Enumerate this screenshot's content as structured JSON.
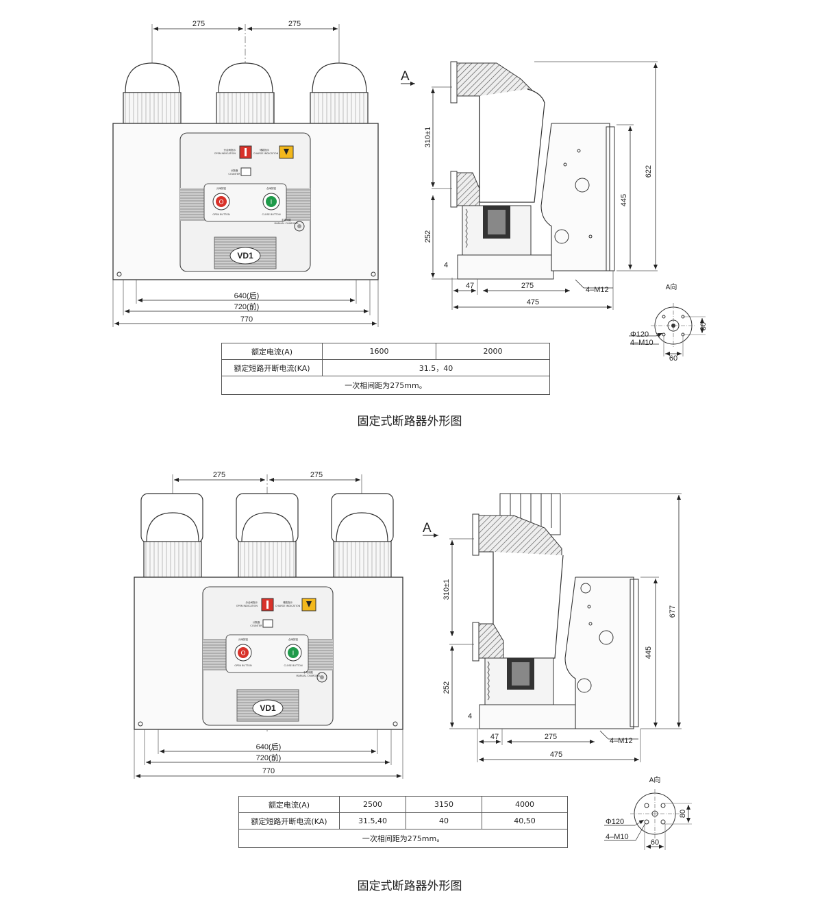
{
  "diagram1": {
    "front": {
      "dim_pitch_left": "275",
      "dim_pitch_right": "275",
      "dim_640": "640(后)",
      "dim_720": "720(前)",
      "dim_770": "770",
      "brand": "VD1",
      "panel": {
        "open_indicator_cn": "分合闸指示",
        "open_indicator_en": "OPEN INDICATION",
        "charged_cn": "储能指示",
        "charged_en": "CHARGE INDICATION",
        "counter_cn": "计数器",
        "counter_en": "COUNTER",
        "open_btn_cn": "分闸按钮",
        "open_btn_en": "OPEN BUTTON",
        "close_btn_cn": "合闸按钮",
        "close_btn_en": "CLOSE BUTTON",
        "manual_cn": "手动储能",
        "manual_en": "MANUAL CHARGING",
        "off_glyph": "O",
        "on_glyph": "I"
      }
    },
    "side": {
      "view_label": "A",
      "dim_310": "310±1",
      "dim_252": "252",
      "dim_4": "4",
      "dim_47": "47",
      "dim_275": "275",
      "dim_475": "475",
      "dim_445": "445",
      "dim_622": "622",
      "bolt": "4–M12"
    },
    "aview": {
      "title": "A向",
      "dia": "Φ120",
      "bolt": "4–M10",
      "dim_60": "60",
      "dim_80": "80"
    },
    "table": {
      "row1_label": "额定电流(A)",
      "row1_v1": "1600",
      "row1_v2": "2000",
      "row2_label": "额定短路开断电流(KA)",
      "row2_v": "31.5，40",
      "note": "一次相间距为275mm。"
    },
    "caption": "固定式断路器外形图"
  },
  "diagram2": {
    "front": {
      "dim_pitch_left": "275",
      "dim_pitch_right": "275",
      "dim_640": "640(后)",
      "dim_720": "720(前)",
      "dim_770": "770",
      "brand": "VD1",
      "panel": {
        "open_indicator_cn": "分合闸指示",
        "open_indicator_en": "OPEN INDICATION",
        "charged_cn": "储能指示",
        "charged_en": "CHARGE INDICATION",
        "counter_cn": "计数器",
        "counter_en": "COUNTER",
        "open_btn_cn": "分闸按钮",
        "open_btn_en": "OPEN BUTTON",
        "close_btn_cn": "合闸按钮",
        "close_btn_en": "CLOSE BUTTON",
        "manual_cn": "手动储能",
        "manual_en": "MANUAL CHARGING",
        "off_glyph": "O",
        "on_glyph": "I"
      }
    },
    "side": {
      "view_label": "A",
      "dim_310": "310±1",
      "dim_252": "252",
      "dim_4": "4",
      "dim_47": "47",
      "dim_275": "275",
      "dim_475": "475",
      "dim_445": "445",
      "dim_677": "677",
      "bolt": "4–M12"
    },
    "aview": {
      "title": "A向",
      "dia": "Φ120",
      "bolt": "4–M10",
      "dim_60": "60",
      "dim_80": "80"
    },
    "table": {
      "row1_label": "额定电流(A)",
      "row1_v1": "2500",
      "row1_v2": "3150",
      "row1_v3": "4000",
      "row2_label": "额定短路开断电流(KA)",
      "row2_v1": "31.5,40",
      "row2_v2": "40",
      "row2_v3": "40,50",
      "note": "一次相间距为275mm。"
    },
    "caption": "固定式断路器外形图"
  },
  "colors": {
    "line": "#333333",
    "open_button_red": "#d8322a",
    "close_button_green": "#1f9a4a",
    "charged_yellow": "#f3b81c",
    "panel_fill": "#f4f4f4",
    "stripe": "#9a9a9a"
  }
}
